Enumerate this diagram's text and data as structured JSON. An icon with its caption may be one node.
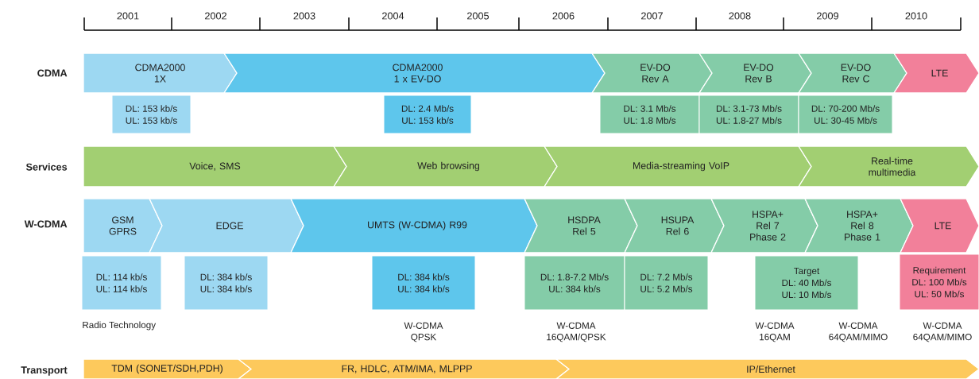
{
  "diagram": {
    "nodes": [
      {
        "text": [
          "CDMA2000 1X"
        ]
      },
      {
        "text": [
          "CDMA2000 1 x EV-DO"
        ]
      },
      {
        "text": [
          "EV-DO Rev A"
        ]
      },
      {
        "text": [
          "EV-DO Rev B"
        ]
      },
      {
        "text": [
          "EV-DO Rev C"
        ]
      },
      {
        "text": [
          "LTE"
        ]
      },
      {
        "text": [
          "DL: 153 kb/s",
          "UL: 153 kb/s"
        ]
      },
      {
        "text": [
          "DL: 2.4 Mb/s",
          "UL: 153 kb/s"
        ]
      },
      {
        "text": [
          "DL: 3.1 Mb/s",
          "UL: 1.8 Mb/s"
        ]
      },
      {
        "text": [
          "DL: 3.1-73 Mb/s",
          "UL: 1.8-27 Mb/s"
        ]
      },
      {
        "text": [
          "DL: 70-200 Mb/s",
          "UL: 30-45 Mb/s"
        ]
      },
      {
        "text": [
          "Voice, SMS"
        ]
      },
      {
        "text": [
          "Web browsing"
        ]
      },
      {
        "text": [
          "Media-streaming VoIP"
        ]
      },
      {
        "text": [
          "Real-time multimedia"
        ]
      },
      {
        "text": [
          "GSM GPRS"
        ]
      },
      {
        "text": [
          "EDGE"
        ]
      },
      {
        "text": [
          "UMTS (W-CDMA) R99"
        ]
      },
      {
        "text": [
          "HSDPA Rel 5"
        ]
      },
      {
        "text": [
          "HSUPA Rel 6"
        ]
      },
      {
        "text": [
          "HSPA+ Rel 7 Phase 2"
        ]
      },
      {
        "text": [
          "HSPA+ Rel 8 Phase 1"
        ]
      },
      {
        "text": [
          "LTE"
        ]
      },
      {
        "text": [
          "DL: 114 kb/s",
          "UL: 114 kb/s"
        ]
      },
      {
        "text": [
          "DL: 384 kb/s",
          "UL: 384 kb/s"
        ]
      },
      {
        "text": [
          "DL: 384 kb/s",
          "UL: 384 kb/s"
        ]
      },
      {
        "text": [
          "DL: 1.8-7.2 Mb/s",
          "UL: 384 kb/s"
        ]
      },
      {
        "text": [
          "DL: 7.2 Mb/s",
          "UL: 5.2 Mb/s"
        ]
      },
      {
        "text": [
          "Target",
          "DL: 40 Mb/s",
          "UL: 10 Mb/s"
        ]
      },
      {
        "text": [
          "Requirement",
          "DL: 100 Mb/s",
          "UL: 50 Mb/s"
        ]
      },
      {
        "text": [
          "TDM (SONET/SDH,PDH)"
        ]
      },
      {
        "text": [
          "FR, HDLC, ATM/IMA, MLPPP"
        ]
      },
      {
        "text": [
          "IP/Ethernet"
        ]
      }
    ],
    "labels": [
      "2001",
      "2002",
      "2003",
      "2004",
      "2005",
      "2006",
      "2007",
      "2008",
      "2009",
      "2010",
      "CDMA",
      "Services",
      "W-CDMA",
      "Transport",
      "Radio Technology",
      "W-CDMA QPSK",
      "W-CDMA 16QAM/QPSK",
      "W-CDMA 16QAM",
      "W-CDMA 64QAM/MIMO",
      "W-CDMA 64QAM/MIMO"
    ]
  }
}
